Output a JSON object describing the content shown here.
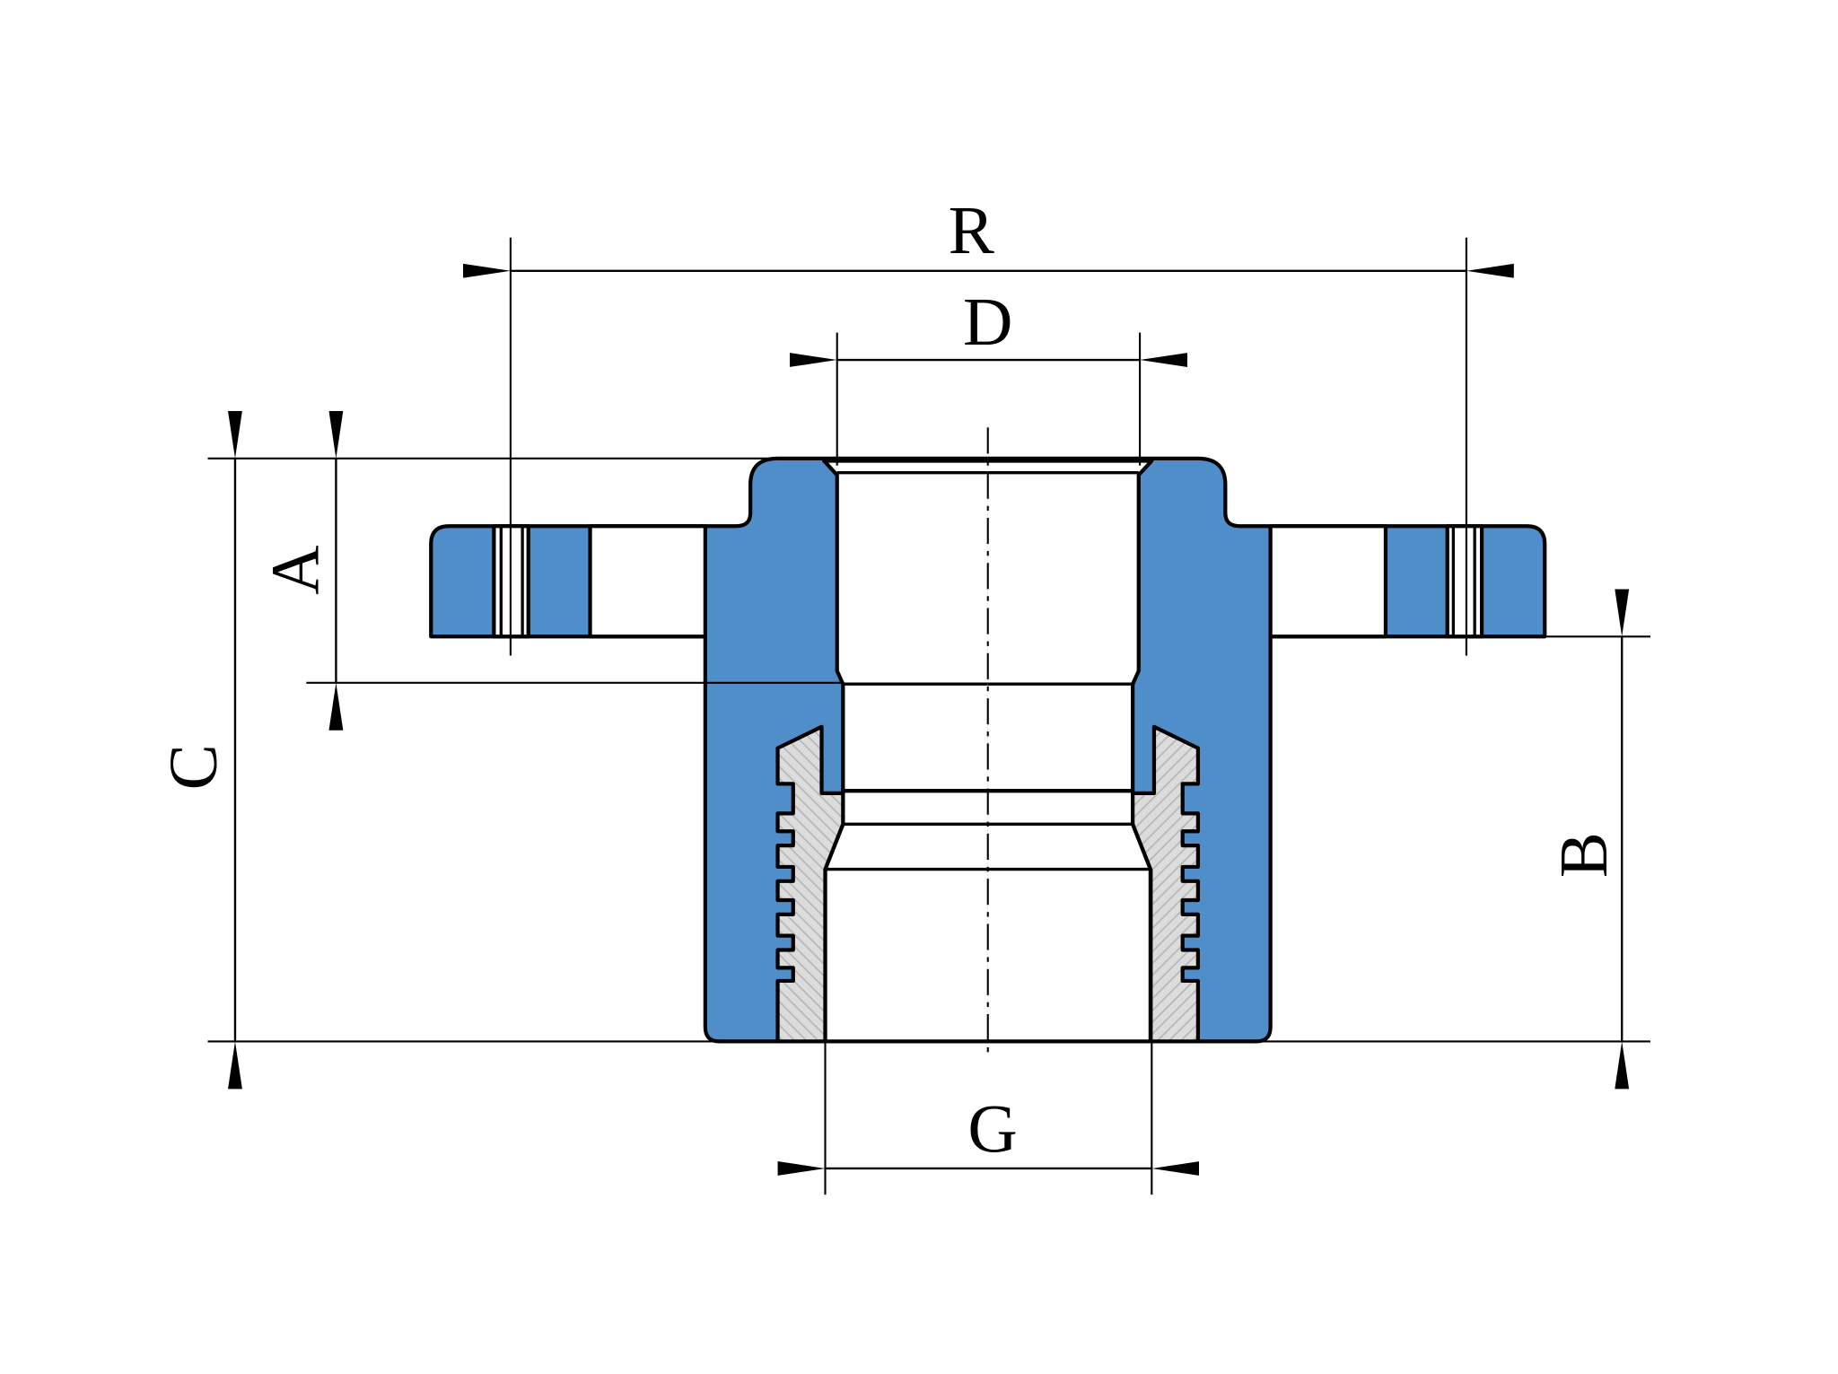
{
  "drawing": {
    "colors": {
      "body": "#4f8ec9",
      "insert": "#dcdcdc",
      "hatch": "#b5b5b5",
      "line": "#000000"
    },
    "dimension_labels": {
      "R": "R",
      "D": "D",
      "G": "G",
      "C": "C",
      "A": "A",
      "B": "B"
    }
  }
}
